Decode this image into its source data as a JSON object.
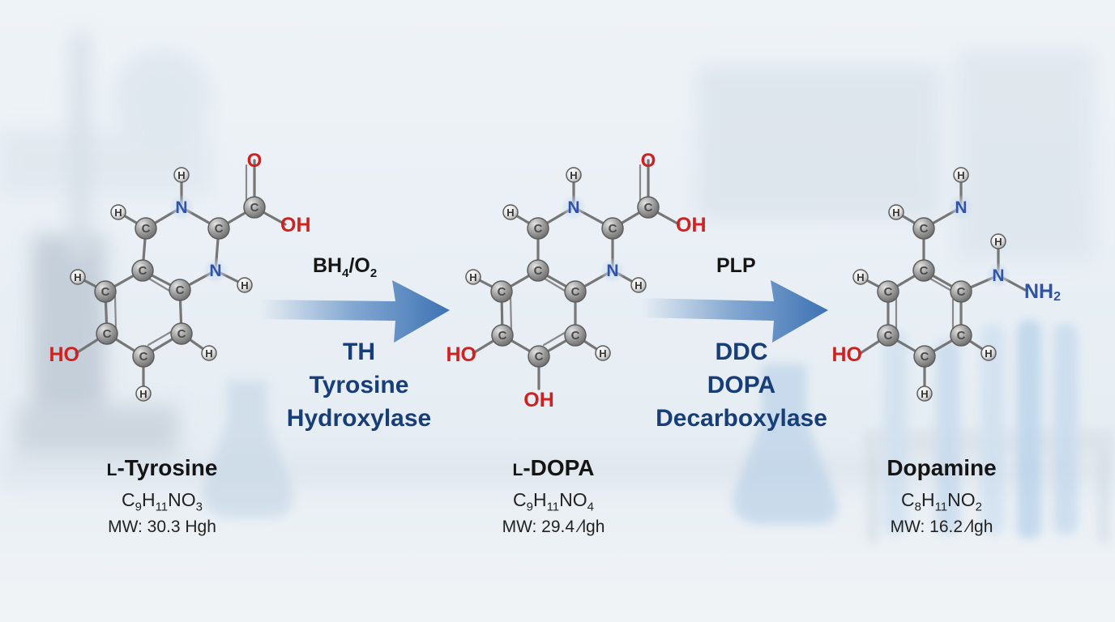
{
  "molecules": [
    {
      "name_prefix": "L",
      "name_rest": "-Tyrosine",
      "formula": [
        [
          "C",
          "9"
        ],
        [
          "H",
          "11"
        ],
        [
          "N",
          ""
        ],
        [
          "O",
          "3"
        ]
      ],
      "mw": "MW: 30.3 Hgh"
    },
    {
      "name_prefix": "L",
      "name_rest": "-DOPA",
      "formula": [
        [
          "C",
          "9"
        ],
        [
          "H",
          "11"
        ],
        [
          "N",
          ""
        ],
        [
          "O",
          "4"
        ]
      ],
      "mw": "MW: 29.4 ⁄lgh"
    },
    {
      "name_prefix": "",
      "name_rest": "Dopamine",
      "formula": [
        [
          "C",
          "8"
        ],
        [
          "H",
          "11"
        ],
        [
          "N",
          ""
        ],
        [
          "O",
          "2"
        ]
      ],
      "mw": "MW: 16.2 ⁄lgh"
    }
  ],
  "steps": [
    {
      "reagent": [
        [
          "BH",
          "4"
        ],
        [
          "/O",
          "2"
        ]
      ],
      "enzyme_lines": [
        "TH",
        "Tyrosine",
        "Hydroxylase"
      ]
    },
    {
      "reagent": [
        [
          "PLP",
          ""
        ]
      ],
      "enzyme_lines": [
        "DDC",
        "DOPA",
        "Decarboxylase"
      ]
    }
  ],
  "atom_labels": {
    "carbon": "C",
    "nitrogen": "N",
    "hydrogen": "H",
    "oxygen": "O",
    "hydroxyl": "OH",
    "amino": "NH",
    "amino_sub": "2",
    "hydroxyl_left": "HO"
  },
  "colors": {
    "carbon": "#a6a6a6",
    "hydrogen": "#eeeeee",
    "nitrogen": "#2f54a7",
    "oxygen": "#d02020",
    "arrow": "#4a7fbd",
    "enzyme_text": "#173e78"
  }
}
